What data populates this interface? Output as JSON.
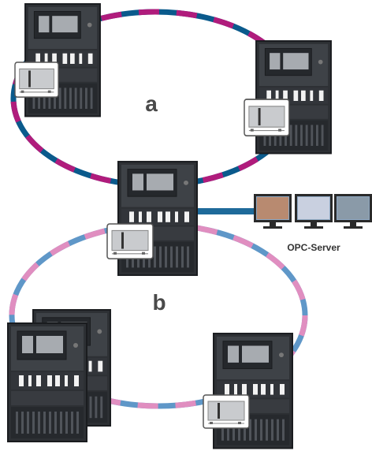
{
  "diagram": {
    "ring_a": {
      "label": "a",
      "colors": [
        "#b01c7c",
        "#0a5a8c"
      ]
    },
    "ring_b": {
      "label": "b",
      "colors": [
        "#e08ec0",
        "#5f97c8"
      ]
    },
    "opc_server": {
      "label": "OPC-Server"
    },
    "panel_colors": {
      "body": "#3a3d42",
      "frame": "#2a2c30",
      "screen": "#9ca0a6",
      "key_module_bg": "#f4f4f4"
    },
    "link_color": "#1e6a9a"
  }
}
